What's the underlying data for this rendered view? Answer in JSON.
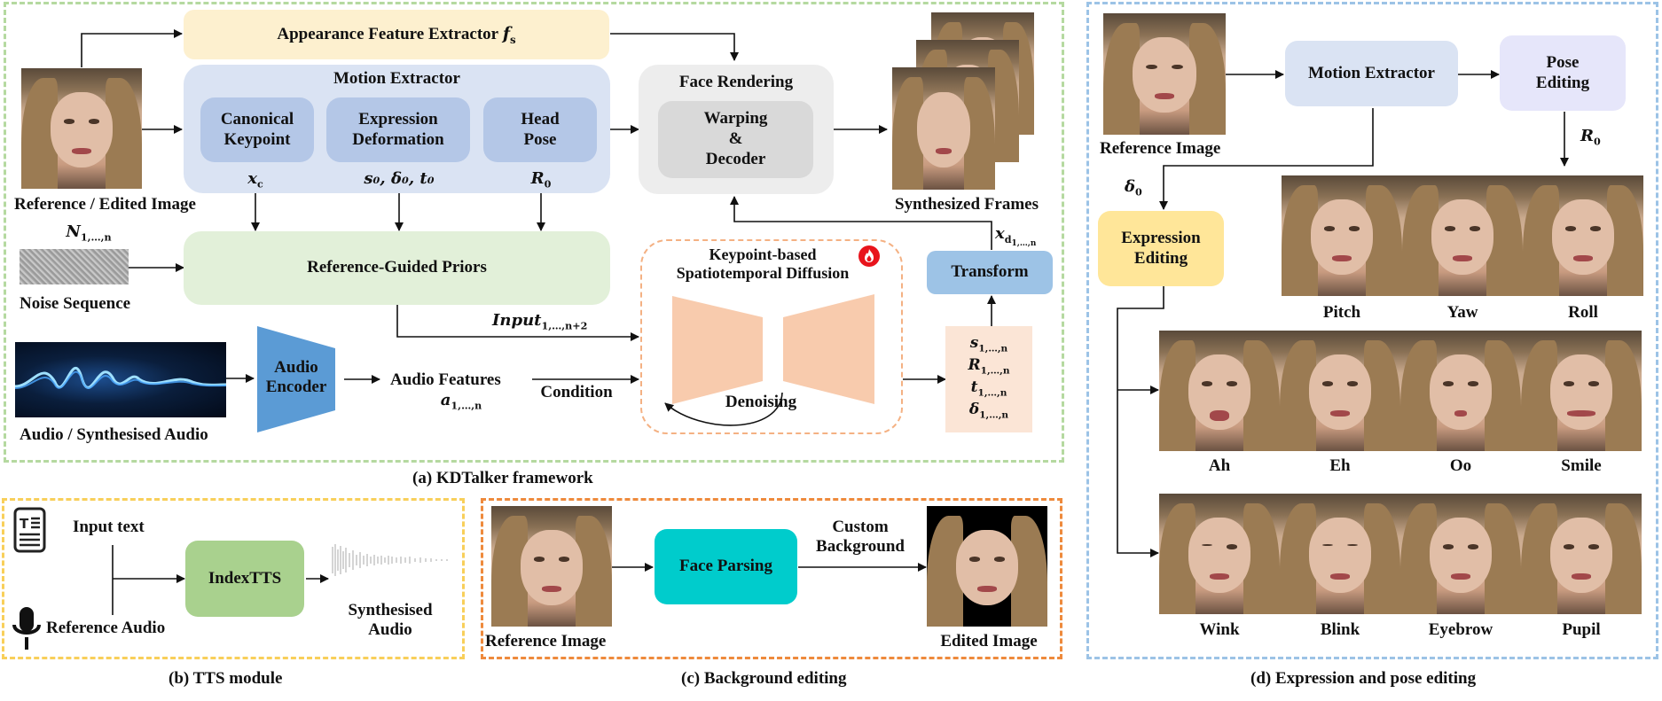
{
  "panel_a": {
    "caption": "(a) KDTalker framework",
    "appearance_extractor": "Appearance Feature Extractor",
    "appearance_symbol": "f",
    "appearance_symbol_sub": "s",
    "motion_extractor": {
      "title": "Motion Extractor",
      "sub_boxes": [
        {
          "label_line1": "Canonical",
          "label_line2": "Keypoint",
          "output_symbol": "x",
          "output_sub": "c"
        },
        {
          "label_line1": "Expression",
          "label_line2": "Deformation",
          "output_symbol": "s₀, δ₀, t₀",
          "output_sub": ""
        },
        {
          "label_line1": "Head",
          "label_line2": "Pose",
          "output_symbol": "R",
          "output_sub": "0"
        }
      ]
    },
    "face_rendering": {
      "title": "Face Rendering",
      "inner_line1": "Warping",
      "inner_line2": "&",
      "inner_line3": "Decoder"
    },
    "reference_label": "Reference / Edited Image",
    "synth_frames_label": "Synthesized Frames",
    "noise_symbol": "N",
    "noise_sub": "1,…,n",
    "noise_label": "Noise Sequence",
    "priors_label": "Reference-Guided Priors",
    "input_symbol": "Input",
    "input_sub": "1,…,n+2",
    "audio_label": "Audio / Synthesised Audio",
    "audio_encoder_line1": "Audio",
    "audio_encoder_line2": "Encoder",
    "audio_features": "Audio Features",
    "audio_features_symbol": "a",
    "audio_features_sub": "1,…,n",
    "condition_label": "Condition",
    "diffusion_title_line1": "Keypoint-based",
    "diffusion_title_line2": "Spatiotemporal Diffusion",
    "denoising_label": "Denoising",
    "trainable_icon": "fire-icon",
    "transform_label": "Transform",
    "xd_symbol": "x",
    "xd_sub": "d",
    "xd_subsub": "1,…,n",
    "params": [
      {
        "symbol": "s",
        "sub": "1,…,n"
      },
      {
        "symbol": "R",
        "sub": "1,…,n"
      },
      {
        "symbol": "t",
        "sub": "1,…,n"
      },
      {
        "symbol": "δ",
        "sub": "1,…,n"
      }
    ]
  },
  "panel_b": {
    "caption": "(b) TTS module",
    "input_text_label": "Input text",
    "text_icon": "text-document-icon",
    "mic_icon": "microphone-icon",
    "reference_audio_label": "Reference Audio",
    "tts_label": "IndexTTS",
    "synth_audio_line1": "Synthesised",
    "synth_audio_line2": "Audio"
  },
  "panel_c": {
    "caption": "(c) Background editing",
    "reference_label": "Reference Image",
    "face_parsing_label": "Face Parsing",
    "custom_bg_line1": "Custom",
    "custom_bg_line2": "Background",
    "edited_label": "Edited Image"
  },
  "panel_d": {
    "caption": "(d) Expression and pose editing",
    "reference_label": "Reference Image",
    "motion_extractor": "Motion Extractor",
    "pose_editing_line1": "Pose",
    "pose_editing_line2": "Editing",
    "expression_editing_line1": "Expression",
    "expression_editing_line2": "Editing",
    "r0_symbol": "R",
    "r0_sub": "0",
    "delta0_symbol": "δ",
    "delta0_sub": "0",
    "pose_results": [
      "Pitch",
      "Yaw",
      "Roll"
    ],
    "expression_row1": [
      "Ah",
      "Eh",
      "Oo",
      "Smile"
    ],
    "expression_row2": [
      "Wink",
      "Blink",
      "Eyebrow",
      "Pupil"
    ]
  },
  "colors": {
    "panel_a_border": "#b5d9a0",
    "panel_b_border": "#f8cf5a",
    "panel_c_border": "#ee8a3c",
    "panel_d_border": "#9cc3e6",
    "appearance_fill": "#fdf0cf",
    "motion_fill": "#dae3f3",
    "motion_sub_fill": "#b4c7e7",
    "render_fill": "#ededed",
    "render_inner_fill": "#d9d9d9",
    "priors_fill": "#e2f0d9",
    "audio_encoder_fill": "#5b9bd5",
    "diffusion_fill": "#f8cbad",
    "params_fill": "#fbe5d6",
    "transform_fill": "#9dc3e6",
    "tts_fill": "#a9d18e",
    "face_parsing_fill": "#00cccc",
    "pose_editing_fill": "#e6e6fa",
    "expression_editing_fill": "#ffe699"
  }
}
